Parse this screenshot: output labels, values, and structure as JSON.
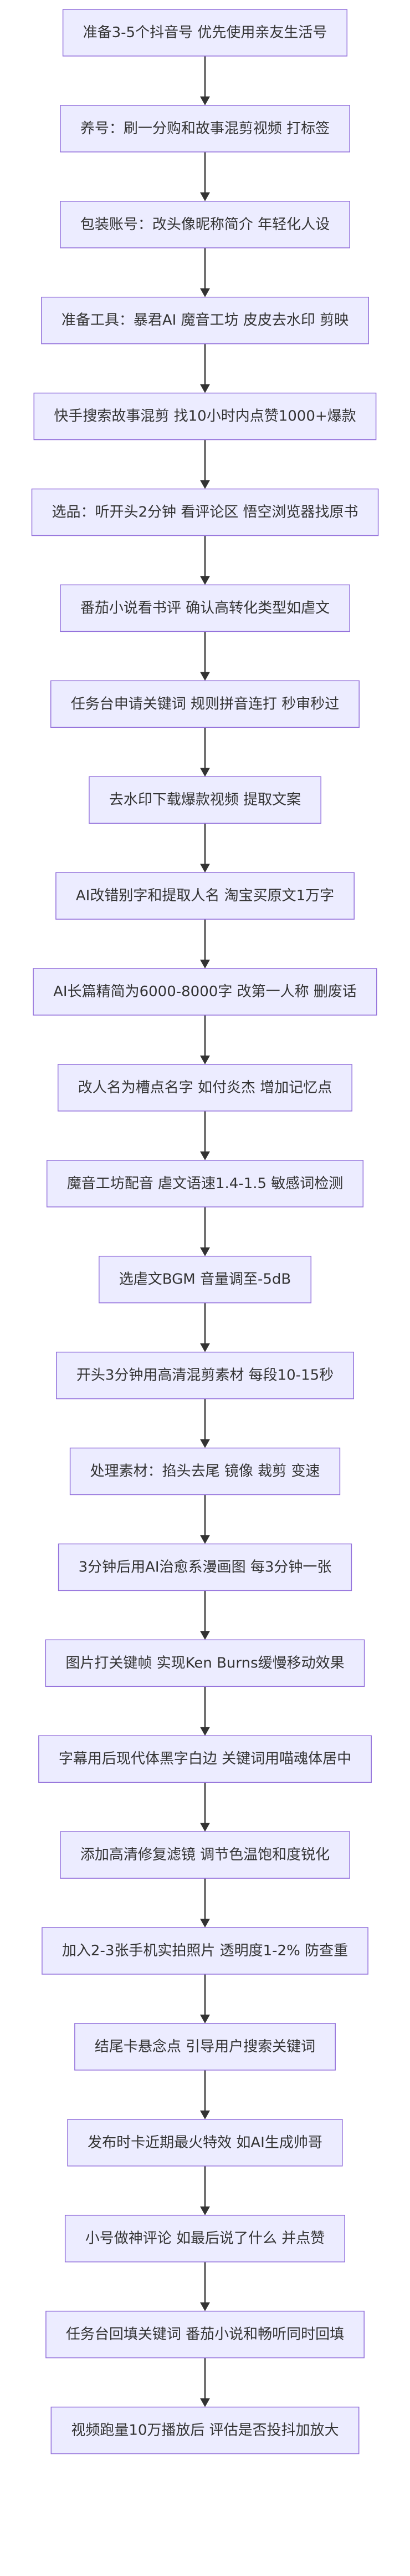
{
  "flowchart": {
    "steps": [
      "准备3-5个抖音号 优先使用亲友生活号",
      "养号：刷一分购和故事混剪视频 打标签",
      "包装账号：改头像昵称简介 年轻化人设",
      "准备工具：暴君AI 魔音工坊 皮皮去水印 剪映",
      "快手搜索故事混剪 找10小时内点赞1000+爆款",
      "选品：听开头2分钟 看评论区 悟空浏览器找原书",
      "番茄小说看书评 确认高转化类型如虐文",
      "任务台申请关键词 规则拼音连打 秒审秒过",
      "去水印下载爆款视频 提取文案",
      "AI改错别字和提取人名 淘宝买原文1万字",
      "AI长篇精简为6000-8000字 改第一人称 删废话",
      "改人名为槽点名字 如付炎杰 增加记忆点",
      "魔音工坊配音 虐文语速1.4-1.5 敏感词检测",
      "选虐文BGM 音量调至-5dB",
      "开头3分钟用高清混剪素材 每段10-15秒",
      "处理素材：掐头去尾 镜像 裁剪 变速",
      "3分钟后用AI治愈系漫画图 每3分钟一张",
      "图片打关键帧 实现Ken Burns缓慢移动效果",
      "字幕用后现代体黑字白边 关键词用喵魂体居中",
      "添加高清修复滤镜 调节色温饱和度锐化",
      "加入2-3张手机实拍照片 透明度1-2% 防查重",
      "结尾卡悬念点 引导用户搜索关键词",
      "发布时卡近期最火特效 如AI生成帅哥",
      "小号做神评论 如最后说了什么 并点赞",
      "任务台回填关键词 番茄小说和畅听同时回填",
      "视频跑量10万播放后 评估是否投抖加放大"
    ]
  }
}
